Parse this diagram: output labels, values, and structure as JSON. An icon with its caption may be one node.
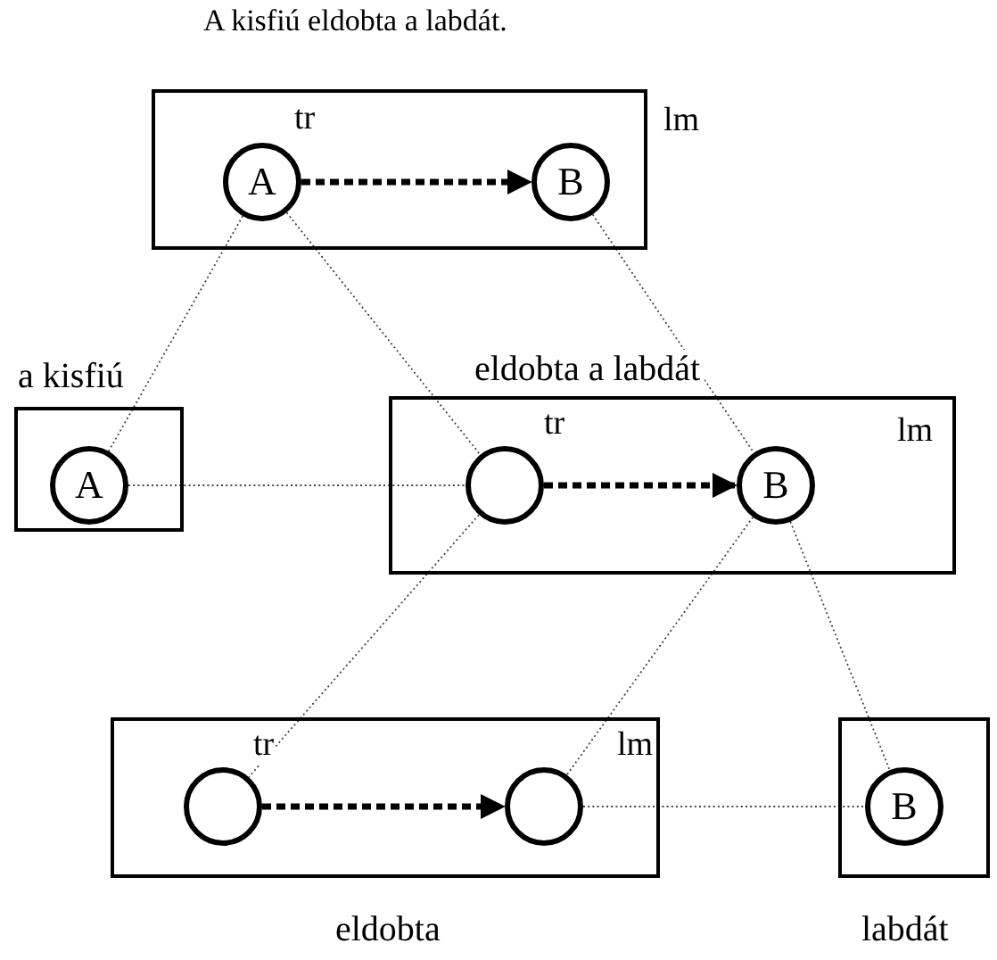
{
  "diagram": {
    "nodes": [
      {
        "text": [],
        "shape": "box"
      },
      {
        "text": [
          "A"
        ],
        "in": 0,
        "beside": [
          "tr"
        ]
      },
      {
        "text": [
          "B"
        ],
        "in": 0,
        "beside": [
          "lm"
        ]
      },
      {
        "text": [
          "a kisfiú"
        ]
      },
      {
        "text": [
          "A"
        ],
        "in": 3
      },
      {
        "text": [
          "eldobta a labdát"
        ]
      },
      {
        "text": [],
        "shape": "circle",
        "in": 5,
        "beside": [
          "tr"
        ]
      },
      {
        "text": [
          "B"
        ],
        "in": 5,
        "beside": [
          "lm"
        ]
      },
      {
        "text": [
          "eldobta"
        ]
      },
      {
        "text": [],
        "shape": "circle",
        "in": 8,
        "beside": [
          "tr"
        ]
      },
      {
        "text": [],
        "shape": "circle",
        "in": 8,
        "beside": [
          "lm"
        ]
      },
      {
        "text": [
          "labdát"
        ]
      },
      {
        "text": [
          "B"
        ],
        "in": 11
      }
    ],
    "edges": [
      {
        "from": 1,
        "to": 2,
        "arrow": "to",
        "style": "dashed"
      },
      {
        "from": 6,
        "to": 7,
        "arrow": "to",
        "style": "dashed"
      },
      {
        "from": 9,
        "to": 10,
        "arrow": "to",
        "style": "dashed"
      },
      {
        "from": 1,
        "to": 4,
        "arrow": "none"
      },
      {
        "from": 1,
        "to": 6,
        "arrow": "none"
      },
      {
        "from": 2,
        "to": 7,
        "arrow": "none"
      },
      {
        "from": 4,
        "to": 6,
        "arrow": "none"
      },
      {
        "from": 6,
        "to": 9,
        "arrow": "none"
      },
      {
        "from": 7,
        "to": 10,
        "arrow": "none"
      },
      {
        "from": 7,
        "to": 12,
        "arrow": "none"
      },
      {
        "from": 10,
        "to": 12,
        "arrow": "none"
      }
    ],
    "labels": [
      "A kisfiú eldobta a labdát."
    ]
  }
}
